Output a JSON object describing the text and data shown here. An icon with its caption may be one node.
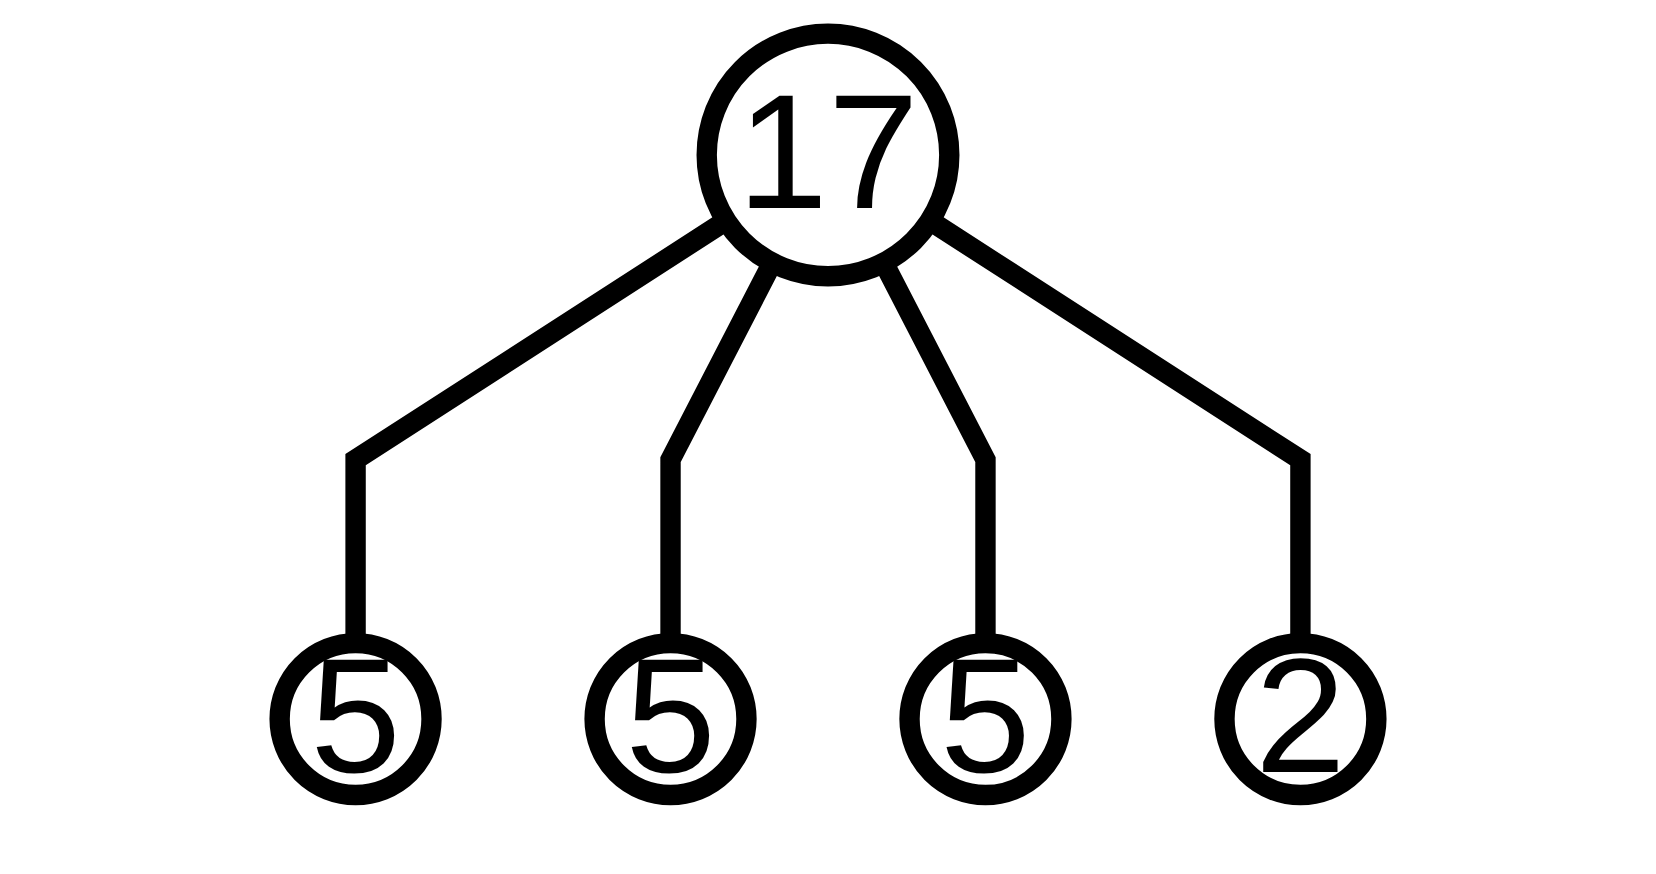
{
  "diagram": {
    "nodes": [
      {
        "text": [
          "17"
        ]
      },
      {
        "text": [
          "5"
        ]
      },
      {
        "text": [
          "5"
        ]
      },
      {
        "text": [
          "5"
        ]
      },
      {
        "text": [
          "2"
        ]
      }
    ],
    "edges": [
      {
        "from": 0,
        "to": 1,
        "arrow": "none"
      },
      {
        "from": 0,
        "to": 2,
        "arrow": "none"
      },
      {
        "from": 0,
        "to": 3,
        "arrow": "none"
      },
      {
        "from": 0,
        "to": 4,
        "arrow": "none"
      }
    ]
  }
}
